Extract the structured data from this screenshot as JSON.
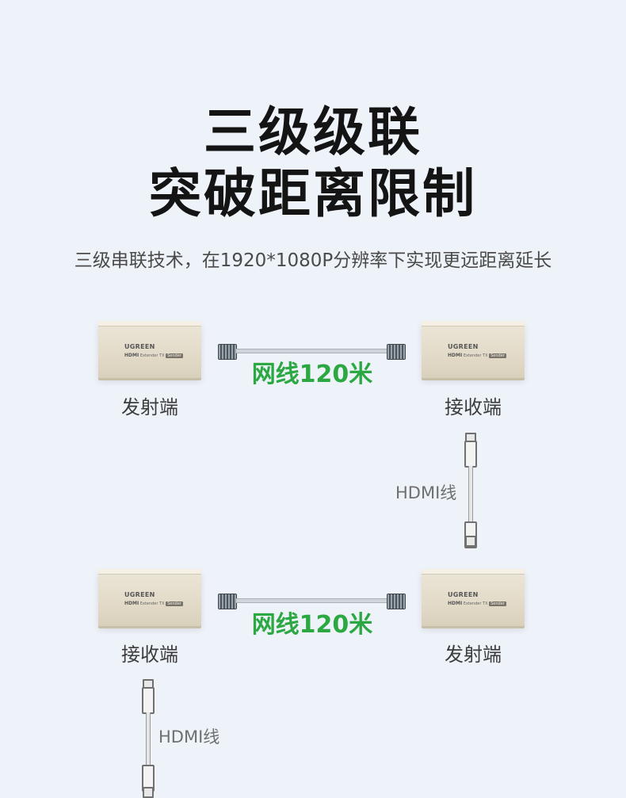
{
  "heading": {
    "line1": "三级级联",
    "line2": "突破距离限制",
    "subtitle": "三级串联技术，在1920*1080P分辨率下实现更远距离延长"
  },
  "device_text": {
    "brand": "UGREEN",
    "model_prefix": "HDMI",
    "model_middle": "Extender TX",
    "model_tag": "Sender"
  },
  "row1": {
    "left_label": "发射端",
    "right_label": "接收端",
    "cable_label": "网线120米"
  },
  "row2": {
    "left_label": "接收端",
    "right_label": "发射端",
    "cable_label": "网线120米"
  },
  "hdmi_cable_label": "HDMI线",
  "colors": {
    "background": "#eef3f9",
    "accent_green": "#2ca842"
  }
}
